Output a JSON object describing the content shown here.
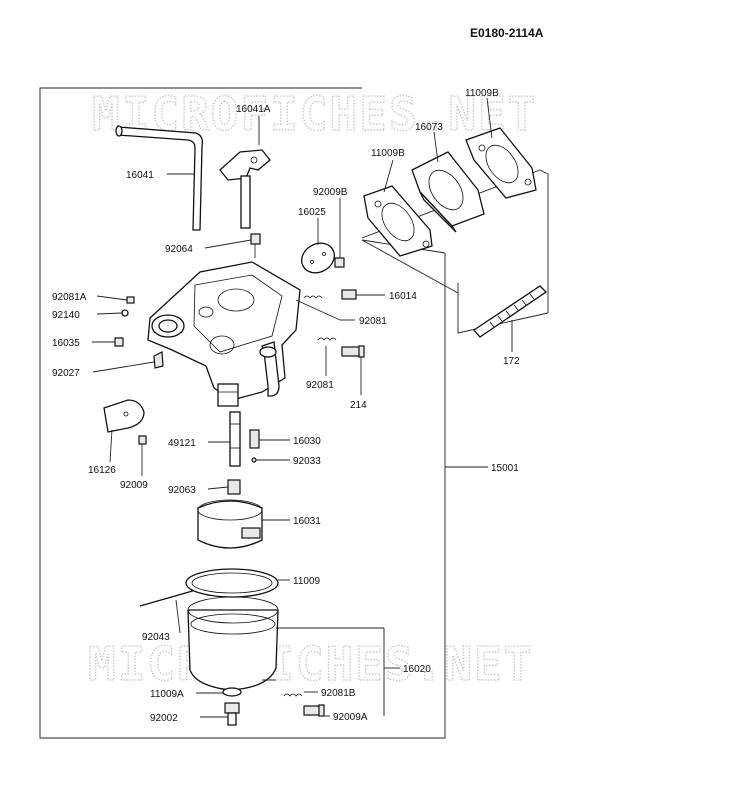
{
  "diagram_code": "E0180-2114A",
  "watermark": "MICROFICHES.NET",
  "labels": {
    "p16041A": "16041A",
    "p16041": "16041",
    "p92064": "92064",
    "p92081A": "92081A",
    "p92140": "92140",
    "p16035": "16035",
    "p92027": "92027",
    "p16126": "16126",
    "p92009": "92009",
    "p49121": "49121",
    "p92063": "92063",
    "p16030": "16030",
    "p92033": "92033",
    "p16031": "16031",
    "p11009": "11009",
    "p92043": "92043",
    "p16020": "16020",
    "p11009A": "11009A",
    "p92002": "92002",
    "p92081B": "92081B",
    "p92009A": "92009A",
    "p15001": "15001",
    "p92009B": "92009B",
    "p16025": "16025",
    "p16014": "16014",
    "p92081_upper": "92081",
    "p92081_lower": "92081",
    "p214": "214",
    "p11009B_top": "11009B",
    "p16073": "16073",
    "p11009B_left": "11009B",
    "p172": "172"
  }
}
